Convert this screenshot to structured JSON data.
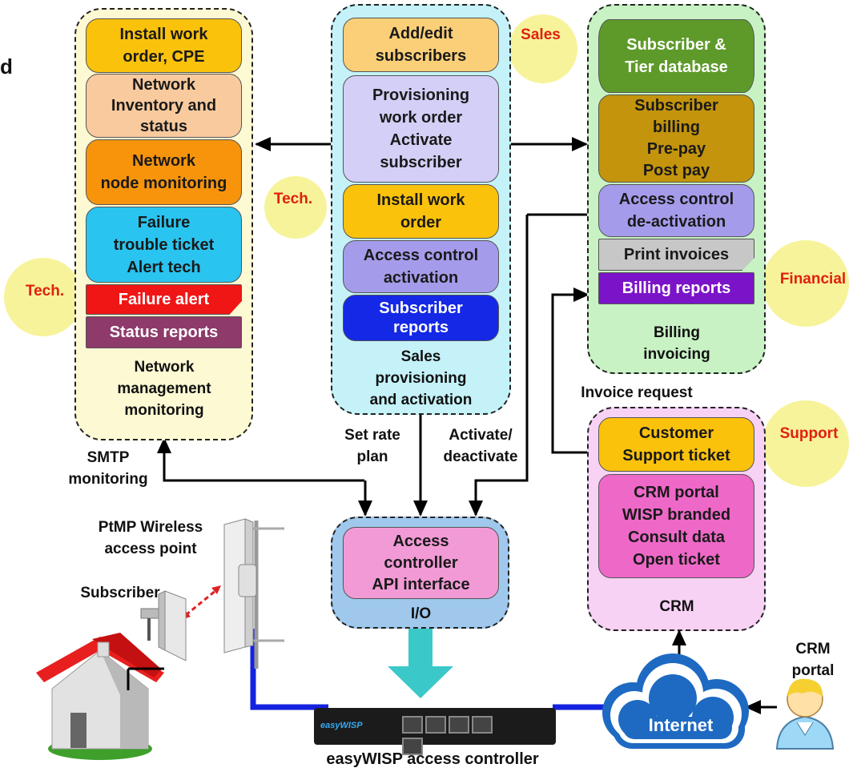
{
  "corner_text": "d",
  "network": {
    "install": "Install work\norder, CPE",
    "inventory": "Network\nInventory and\nstatus",
    "monitoring": "Network\nnode monitoring",
    "trouble": "Failure\ntrouble ticket\nAlert tech",
    "failure_alert": "Failure alert",
    "status_reports": "Status reports",
    "title": "Network\nmanagement\nmonitoring"
  },
  "sales": {
    "add_edit": "Add/edit\nsubscribers",
    "provisioning": "Provisioning\nwork order\nActivate\nsubscriber",
    "install": "Install work\norder",
    "activation": "Access control\nactivation",
    "reports": "Subscriber\nreports",
    "title": "Sales\nprovisioning\nand activation"
  },
  "billing": {
    "database": "Subscriber &\nTier database",
    "billing": "Subscriber\nbilling\nPre-pay\nPost pay",
    "deactivation": "Access control\nde-activation",
    "print": "Print invoices",
    "reports": "Billing reports",
    "title": "Billing\ninvoicing"
  },
  "crm": {
    "support": "Customer\nSupport ticket",
    "portal": "CRM portal\nWISP branded\nConsult data\nOpen ticket",
    "title": "CRM"
  },
  "io": {
    "api": "Access\ncontroller\nAPI interface",
    "title": "I/O"
  },
  "roles": {
    "sales": "Sales",
    "tech_mid": "Tech.",
    "tech_left": "Tech.",
    "financial": "Financial",
    "support": "Support"
  },
  "labels": {
    "invoice_request": "Invoice request",
    "set_rate": "Set rate\nplan",
    "activate": "Activate/\ndeactivate",
    "smtp": "SMTP\nmonitoring",
    "ptmp": "PtMP Wireless\naccess point",
    "subscriber": "Subscriber",
    "crm_portal": "CRM\nportal",
    "internet": "Internet",
    "controller": "easyWISP access controller"
  },
  "device": {
    "brand": "easyWISP"
  }
}
